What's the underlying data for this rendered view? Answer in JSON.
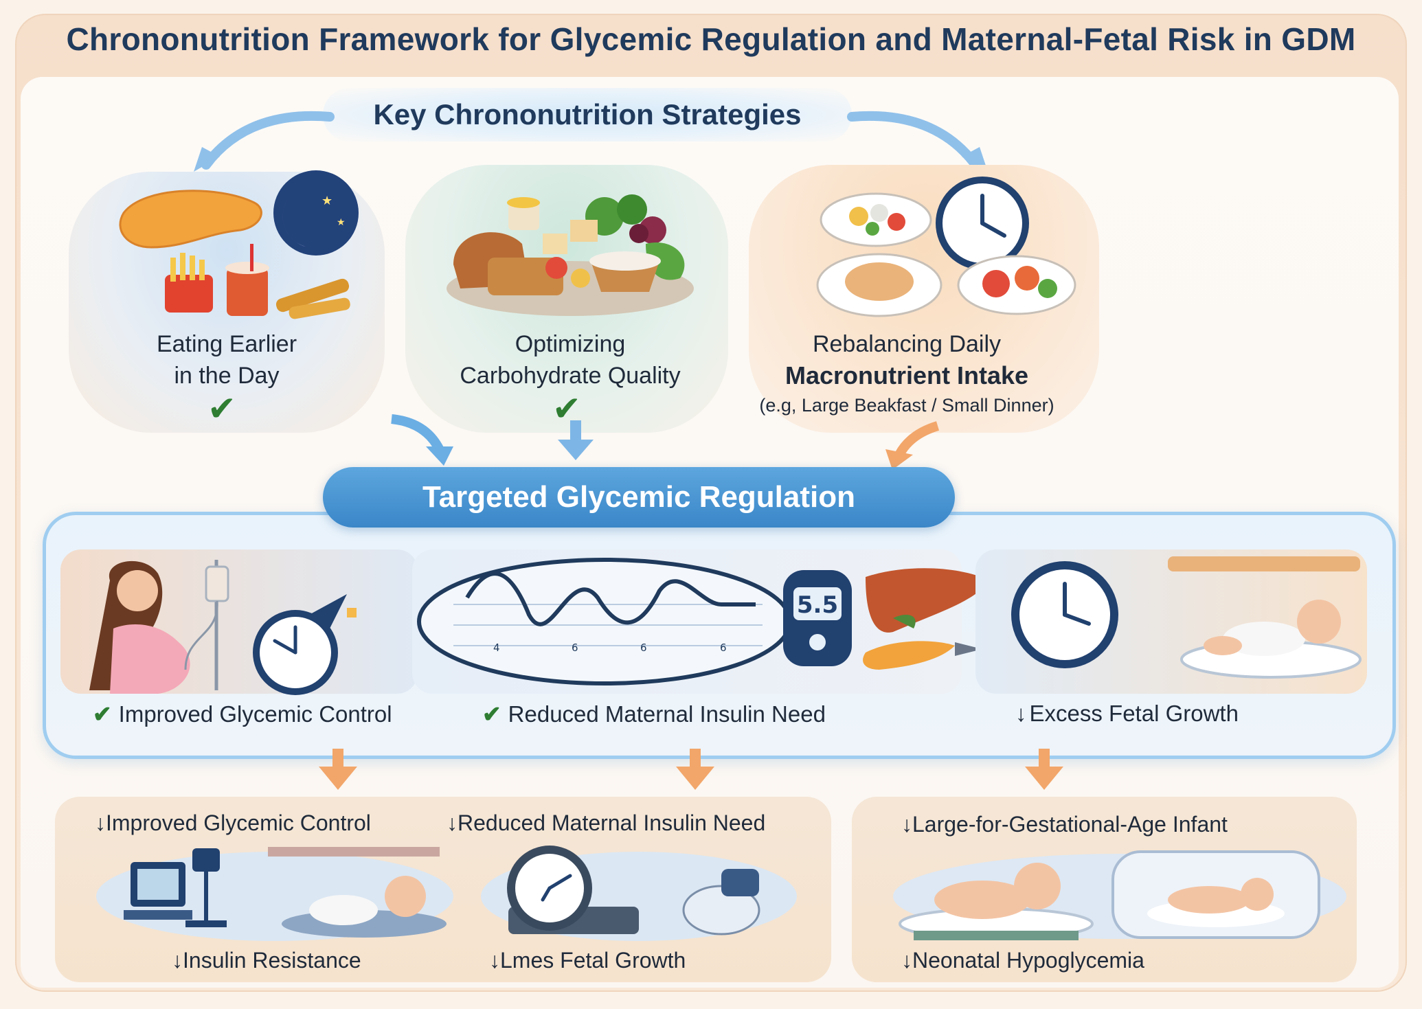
{
  "title": "Chrononutrition Framework for Glycemic Regulation and Maternal-Fetal Risk in GDM",
  "strategies": {
    "heading": "Key Chrononutrition Strategies",
    "items": [
      {
        "line1": "Eating Earlier",
        "line2": "in the Day",
        "icon": "moon-and-late-snacks-icon"
      },
      {
        "line1": "Optimizing",
        "line2": "Carbohydrate Quality",
        "icon": "healthy-food-plate-icon"
      },
      {
        "line1": "Rebalancing Daily",
        "line2": "Macronutrient Intake",
        "line3": "(e.g, Large Beakfast / Small Dinner)",
        "icon": "meal-plates-clock-icon"
      }
    ]
  },
  "regulation": {
    "heading": "Targeted Glycemic Regulation",
    "outcomes": [
      "Improved Glycemic Control",
      "Reduced Maternal Insulin Need",
      "Excess Fetal Growth"
    ],
    "check_glyph": "✔",
    "down_glyph": "↓",
    "glucose_meter_reading": "5.5",
    "wave_axis_ticks": [
      "4",
      "6",
      "6",
      "6"
    ]
  },
  "risks": {
    "group1": {
      "top_left": "Improved Glycemic Control",
      "top_right": "Reduced Maternal Insulin Need",
      "bottom_left": "Insulin Resistance",
      "bottom_right": "Lmes Fetal Growth"
    },
    "group2": {
      "top": "Large-for-Gestational-Age Infant",
      "bottom": "Neonatal Hypoglycemia"
    }
  },
  "colors": {
    "title": "#1f3a5c",
    "banner_blue": "#3a86c8",
    "arrow_blue": "#7db6e6",
    "arrow_orange": "#f2a66a",
    "check_green": "#2e7d32"
  }
}
